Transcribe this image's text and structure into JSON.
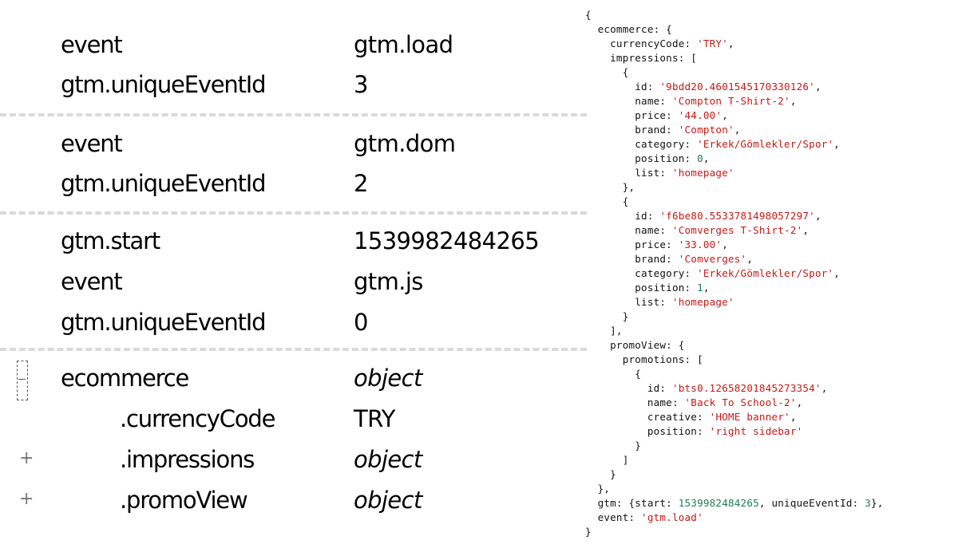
{
  "data_layer": {
    "groups": [
      {
        "rows": [
          {
            "key": "event",
            "value": "gtm.load"
          },
          {
            "key": "gtm.uniqueEventId",
            "value": "3"
          }
        ]
      },
      {
        "rows": [
          {
            "key": "event",
            "value": "gtm.dom"
          },
          {
            "key": "gtm.uniqueEventId",
            "value": "2"
          }
        ]
      },
      {
        "rows": [
          {
            "key": "gtm.start",
            "value": "1539982484265"
          },
          {
            "key": "event",
            "value": "gtm.js"
          },
          {
            "key": "gtm.uniqueEventId",
            "value": "0"
          }
        ]
      },
      {
        "rows": [
          {
            "key": "ecommerce",
            "value": "object",
            "toggle": "collapse"
          },
          {
            "key": ".currencyCode",
            "value": "TRY"
          },
          {
            "key": ".impressions",
            "value": "object",
            "toggle": "+"
          },
          {
            "key": ".promoView",
            "value": "object",
            "toggle": "+"
          }
        ]
      }
    ]
  },
  "json_code": {
    "lines": [
      [
        {
          "t": "{"
        }
      ],
      [
        {
          "t": "  ecommerce: {"
        }
      ],
      [
        {
          "t": "    currencyCode: "
        },
        {
          "t": "'TRY'",
          "c": "str"
        },
        {
          "t": ","
        }
      ],
      [
        {
          "t": "    impressions: ["
        }
      ],
      [
        {
          "t": "      {"
        }
      ],
      [
        {
          "t": "        id: "
        },
        {
          "t": "'9bdd20.4601545170330126'",
          "c": "str"
        },
        {
          "t": ","
        }
      ],
      [
        {
          "t": "        name: "
        },
        {
          "t": "'Compton T-Shirt-2'",
          "c": "str"
        },
        {
          "t": ","
        }
      ],
      [
        {
          "t": "        price: "
        },
        {
          "t": "'44.00'",
          "c": "str"
        },
        {
          "t": ","
        }
      ],
      [
        {
          "t": "        brand: "
        },
        {
          "t": "'Compton'",
          "c": "str"
        },
        {
          "t": ","
        }
      ],
      [
        {
          "t": "        category: "
        },
        {
          "t": "'Erkek/Gömlekler/Spor'",
          "c": "str"
        },
        {
          "t": ","
        }
      ],
      [
        {
          "t": "        position: "
        },
        {
          "t": "0",
          "c": "num"
        },
        {
          "t": ","
        }
      ],
      [
        {
          "t": "        list: "
        },
        {
          "t": "'homepage'",
          "c": "str"
        }
      ],
      [
        {
          "t": "      },"
        }
      ],
      [
        {
          "t": "      {"
        }
      ],
      [
        {
          "t": "        id: "
        },
        {
          "t": "'f6be80.5533781498057297'",
          "c": "str"
        },
        {
          "t": ","
        }
      ],
      [
        {
          "t": "        name: "
        },
        {
          "t": "'Comverges T-Shirt-2'",
          "c": "str"
        },
        {
          "t": ","
        }
      ],
      [
        {
          "t": "        price: "
        },
        {
          "t": "'33.00'",
          "c": "str"
        },
        {
          "t": ","
        }
      ],
      [
        {
          "t": "        brand: "
        },
        {
          "t": "'Comverges'",
          "c": "str"
        },
        {
          "t": ","
        }
      ],
      [
        {
          "t": "        category: "
        },
        {
          "t": "'Erkek/Gömlekler/Spor'",
          "c": "str"
        },
        {
          "t": ","
        }
      ],
      [
        {
          "t": "        position: "
        },
        {
          "t": "1",
          "c": "num"
        },
        {
          "t": ","
        }
      ],
      [
        {
          "t": "        list: "
        },
        {
          "t": "'homepage'",
          "c": "str"
        }
      ],
      [
        {
          "t": "      }"
        }
      ],
      [
        {
          "t": "    ],"
        }
      ],
      [
        {
          "t": "    promoView: {"
        }
      ],
      [
        {
          "t": "      promotions: ["
        }
      ],
      [
        {
          "t": "        {"
        }
      ],
      [
        {
          "t": "          id: "
        },
        {
          "t": "'bts0.12658201845273354'",
          "c": "str"
        },
        {
          "t": ","
        }
      ],
      [
        {
          "t": "          name: "
        },
        {
          "t": "'Back To School-2'",
          "c": "str"
        },
        {
          "t": ","
        }
      ],
      [
        {
          "t": "          creative: "
        },
        {
          "t": "'HOME banner'",
          "c": "str"
        },
        {
          "t": ","
        }
      ],
      [
        {
          "t": "          position: "
        },
        {
          "t": "'right sidebar'",
          "c": "str"
        }
      ],
      [
        {
          "t": "        }"
        }
      ],
      [
        {
          "t": "      ]"
        }
      ],
      [
        {
          "t": "    }"
        }
      ],
      [
        {
          "t": "  },"
        }
      ],
      [
        {
          "t": "  gtm: {start: "
        },
        {
          "t": "1539982484265",
          "c": "num"
        },
        {
          "t": ", uniqueEventId: "
        },
        {
          "t": "3",
          "c": "num"
        },
        {
          "t": "},"
        }
      ],
      [
        {
          "t": "  event: "
        },
        {
          "t": "'gtm.load'",
          "c": "str"
        }
      ],
      [
        {
          "t": "}"
        }
      ]
    ]
  },
  "colors": {
    "string": "#c41a16",
    "number": "#1c7c54",
    "separator": "#d9d9d9",
    "toggle": "#777777"
  },
  "icons": {
    "expand": "plus-icon",
    "collapse": "collapse-box-icon"
  }
}
